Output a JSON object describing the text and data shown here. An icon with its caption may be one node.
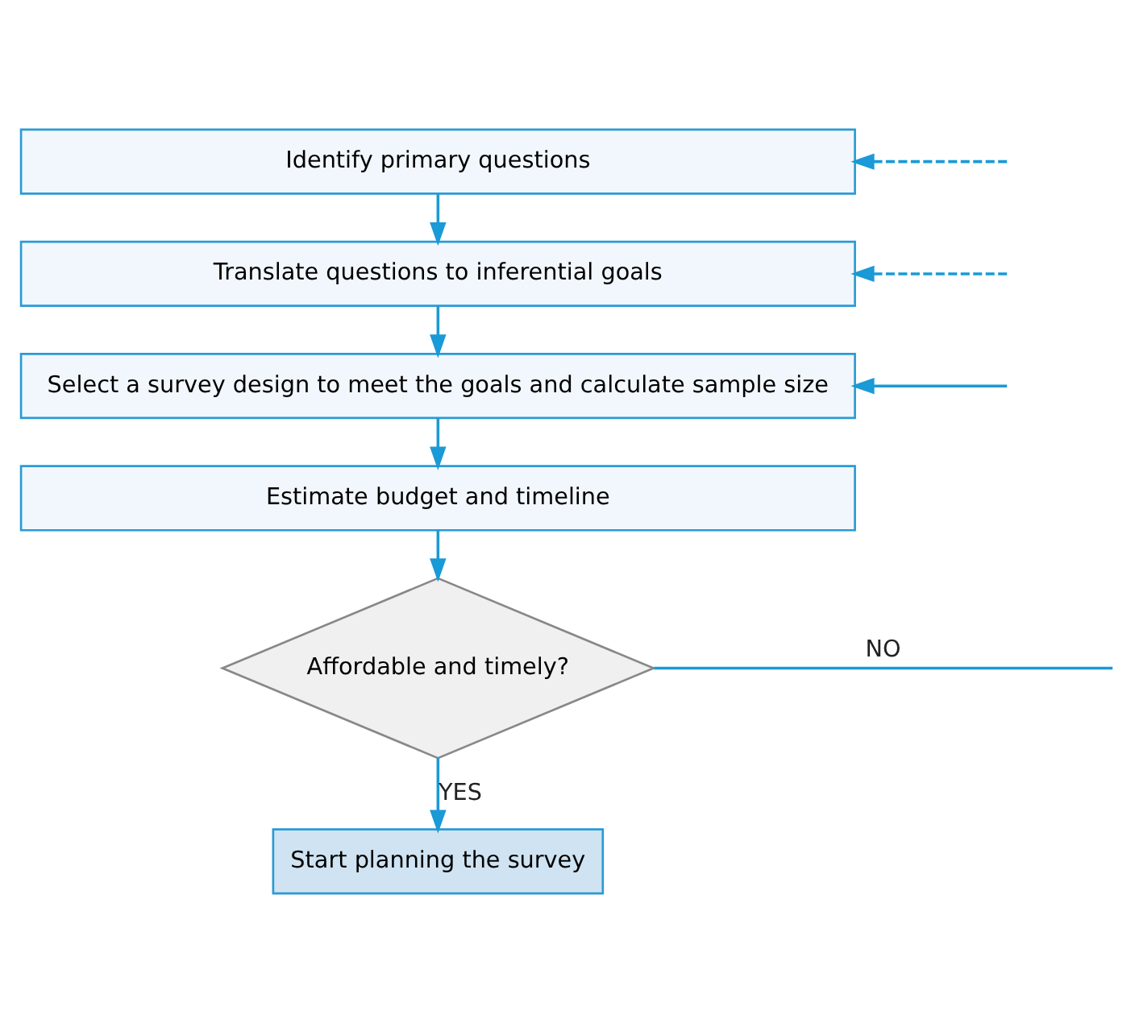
{
  "diagram": {
    "nodes": [
      {
        "text": [
          "Identify primary questions"
        ]
      },
      {
        "text": [
          "Translate questions to inferential goals"
        ]
      },
      {
        "text": [
          "Select a survey design to meet the goals and calculate sample size"
        ]
      },
      {
        "text": [
          "Estimate budget and timeline"
        ]
      },
      {
        "text": [
          "Affordable and timely?"
        ]
      },
      {
        "text": [
          "Start planning the survey"
        ]
      }
    ],
    "edges": [
      {
        "from": 0,
        "to": 1,
        "arrow": "to"
      },
      {
        "from": 1,
        "to": 2,
        "arrow": "to"
      },
      {
        "from": 2,
        "to": 3,
        "arrow": "to"
      },
      {
        "from": 3,
        "to": 4,
        "arrow": "to"
      },
      {
        "from": 4,
        "to": 5,
        "arrow": "to",
        "label": "YES"
      },
      {
        "from": 4,
        "to": null,
        "arrow": "none",
        "label": "NO"
      },
      {
        "from": null,
        "to": 0,
        "arrow": "to",
        "style": "dashed"
      },
      {
        "from": null,
        "to": 1,
        "arrow": "to",
        "style": "dashed"
      },
      {
        "from": null,
        "to": 2,
        "arrow": "to"
      }
    ]
  }
}
